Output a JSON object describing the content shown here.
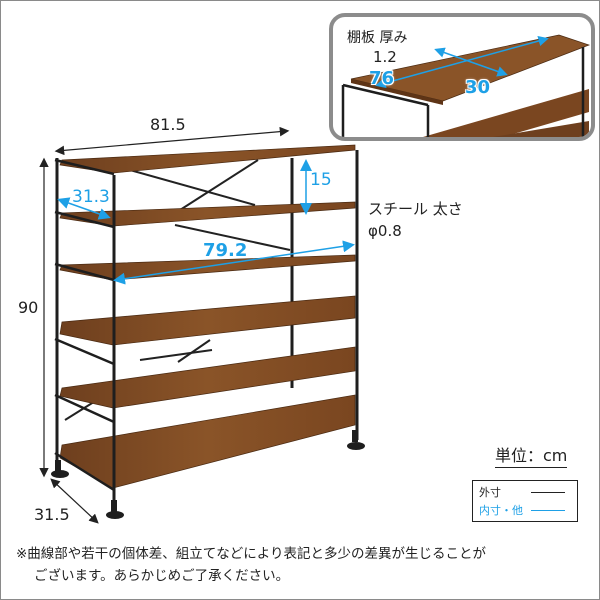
{
  "diagram": {
    "type": "product-dimension-diagram",
    "subject": "6-tier wooden shelf rack with black steel frame",
    "colors": {
      "outer_dimension": "#222222",
      "inner_dimension": "#1ea0e6",
      "wood": "#7a4a24",
      "wood_light": "#9a6236",
      "frame_steel": "#1e1e1e",
      "inset_border": "#8c8c8c",
      "image_border": "#8a8a8a"
    },
    "dimensions": {
      "width": "81.5",
      "height": "90",
      "depth": "31.5",
      "inner_depth": "31.3",
      "inner_width": "79.2",
      "shelf_spacing": "15"
    },
    "steel": {
      "label": "スチール 太さ",
      "value": "φ0.8"
    },
    "inset": {
      "title": "棚板 厚み",
      "thickness": "1.2",
      "shelf_length": "76",
      "shelf_depth": "30"
    },
    "unit": "単位：cm",
    "legend": {
      "outer": "外寸",
      "inner": "内寸・他"
    },
    "note": {
      "line1": "※曲線部や若干の個体差、組立てなどにより表記と多少の差異が生じることが",
      "line2": "ございます。あらかじめご了承ください。"
    },
    "shelf_count": 6
  }
}
